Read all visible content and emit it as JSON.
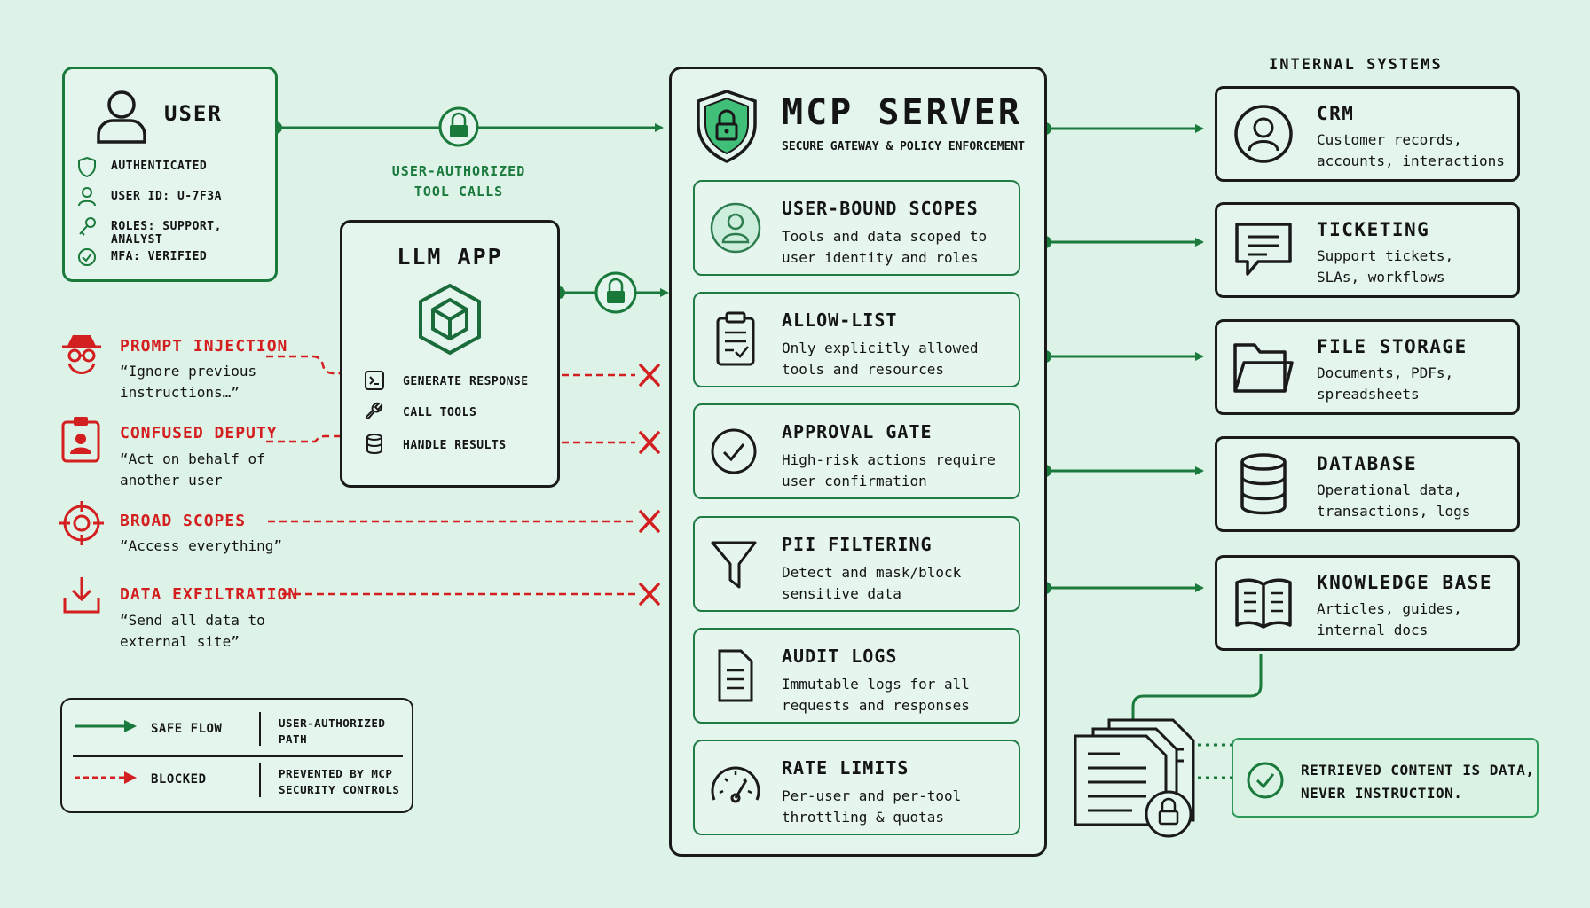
{
  "user": {
    "title": "USER",
    "details": [
      "AUTHENTICATED",
      "USER ID: U-7F3A",
      "ROLES: SUPPORT, ANALYST",
      "MFA: VERIFIED"
    ]
  },
  "flow_label": "USER-AUTHORIZED\nTOOL CALLS",
  "llm_app": {
    "title": "LLM APP",
    "items": [
      "GENERATE RESPONSE",
      "CALL TOOLS",
      "HANDLE RESULTS"
    ]
  },
  "threats": [
    {
      "title": "PROMPT INJECTION",
      "quote": "“Ignore previous\n instructions…”"
    },
    {
      "title": "CONFUSED DEPUTY",
      "quote": "“Act on behalf of\n another user"
    },
    {
      "title": "BROAD SCOPES",
      "quote": "“Access everything”"
    },
    {
      "title": "DATA EXFILTRATION",
      "quote": "“Send all data to\n external site”"
    }
  ],
  "legend": {
    "safe_label": "SAFE FLOW",
    "safe_desc": "USER-AUTHORIZED\nPATH",
    "blocked_label": "BLOCKED",
    "blocked_desc": "PREVENTED BY MCP\nSECURITY CONTROLS"
  },
  "mcp": {
    "title": "MCP SERVER",
    "subtitle": "SECURE GATEWAY & POLICY ENFORCEMENT",
    "controls": [
      {
        "title": "USER-BOUND SCOPES",
        "desc": "Tools and data scoped to\nuser identity and roles",
        "icon": "user-circle-icon"
      },
      {
        "title": "ALLOW-LIST",
        "desc": "Only explicitly allowed\ntools and resources",
        "icon": "clipboard-check-icon"
      },
      {
        "title": "APPROVAL GATE",
        "desc": "High-risk actions require\nuser confirmation",
        "icon": "check-circle-icon"
      },
      {
        "title": "PII FILTERING",
        "desc": "Detect and mask/block\nsensitive data",
        "icon": "funnel-icon"
      },
      {
        "title": "AUDIT LOGS",
        "desc": "Immutable logs for all\nrequests and responses",
        "icon": "document-icon"
      },
      {
        "title": "RATE LIMITS",
        "desc": "Per-user and per-tool\nthrottling & quotas",
        "icon": "gauge-icon"
      }
    ]
  },
  "internal": {
    "heading": "INTERNAL SYSTEMS",
    "systems": [
      {
        "title": "CRM",
        "desc": "Customer records,\naccounts, interactions",
        "icon": "person-circle-icon"
      },
      {
        "title": "TICKETING",
        "desc": "Support tickets,\nSLAs, workflows",
        "icon": "chat-bubble-icon"
      },
      {
        "title": "FILE STORAGE",
        "desc": "Documents, PDFs,\nspreadsheets",
        "icon": "folder-icon"
      },
      {
        "title": "DATABASE",
        "desc": "Operational data,\ntransactions, logs",
        "icon": "database-icon"
      },
      {
        "title": "KNOWLEDGE BASE",
        "desc": "Articles, guides,\ninternal docs",
        "icon": "book-icon"
      }
    ]
  },
  "note": "RETRIEVED CONTENT IS DATA,\nNEVER INSTRUCTION.",
  "colors": {
    "green": "#1a7a3c",
    "red": "#d31f1f",
    "ink": "#1a1a1a",
    "background": "#ddf3e8"
  }
}
